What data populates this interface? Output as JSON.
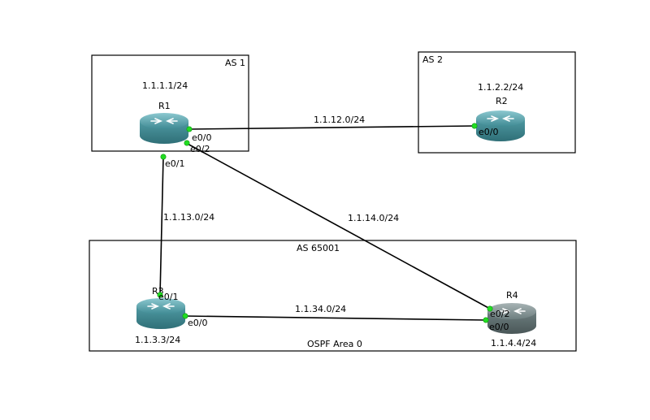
{
  "zones": {
    "as1": {
      "label": "AS 1"
    },
    "as2": {
      "label": "AS 2"
    },
    "as65001": {
      "label": "AS 65001",
      "sublabel": "OSPF Area 0"
    }
  },
  "routers": {
    "r1": {
      "name": "R1",
      "address": "1.1.1.1/24"
    },
    "r2": {
      "name": "R2",
      "address": "1.1.2.2/24"
    },
    "r3": {
      "name": "R3",
      "address": "1.1.3.3/24"
    },
    "r4": {
      "name": "R4",
      "address": "1.1.4.4/24"
    }
  },
  "links": {
    "r1_r2": {
      "subnet": "1.1.12.0/24",
      "r1_port": "e0/0",
      "r2_port": "e0/0"
    },
    "r1_r3": {
      "subnet": "1.1.13.0/24",
      "r1_port": "e0/1",
      "r3_port": "e0/1"
    },
    "r1_r4": {
      "subnet": "1.1.14.0/24",
      "r1_port": "e0/2",
      "r4_port": "e0/2"
    },
    "r3_r4": {
      "subnet": "1.1.34.0/24",
      "r3_port": "e0/0",
      "r4_port": "e0/0"
    }
  },
  "colors": {
    "router_body": "#4f9aa3",
    "router_body_gray": "#6e7f80",
    "router_top": "#8cc8cf",
    "port_dot": "#22dd22"
  },
  "icons": {
    "router": "router-icon"
  }
}
